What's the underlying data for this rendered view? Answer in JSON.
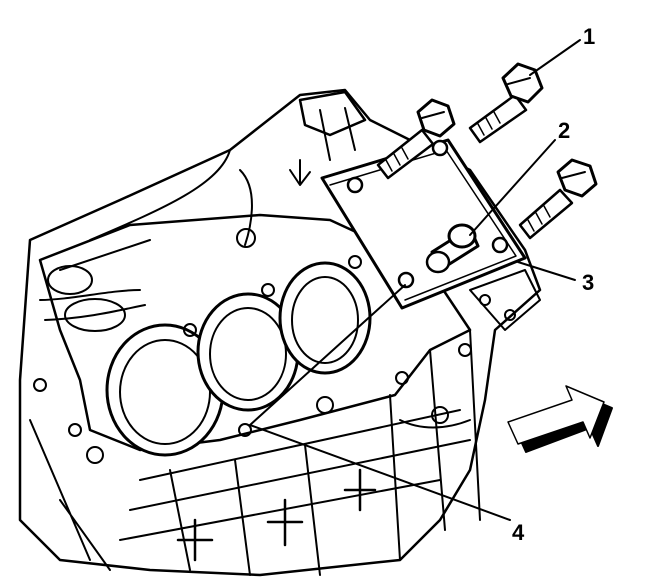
{
  "colors": {
    "ink": "#000000",
    "background": "#ffffff"
  },
  "icons": {
    "direction": "front-arrow-icon"
  },
  "callouts": [
    {
      "id": "1",
      "label": "1"
    },
    {
      "id": "2",
      "label": "2"
    },
    {
      "id": "3",
      "label": "3"
    },
    {
      "id": "4",
      "label": "4"
    }
  ]
}
